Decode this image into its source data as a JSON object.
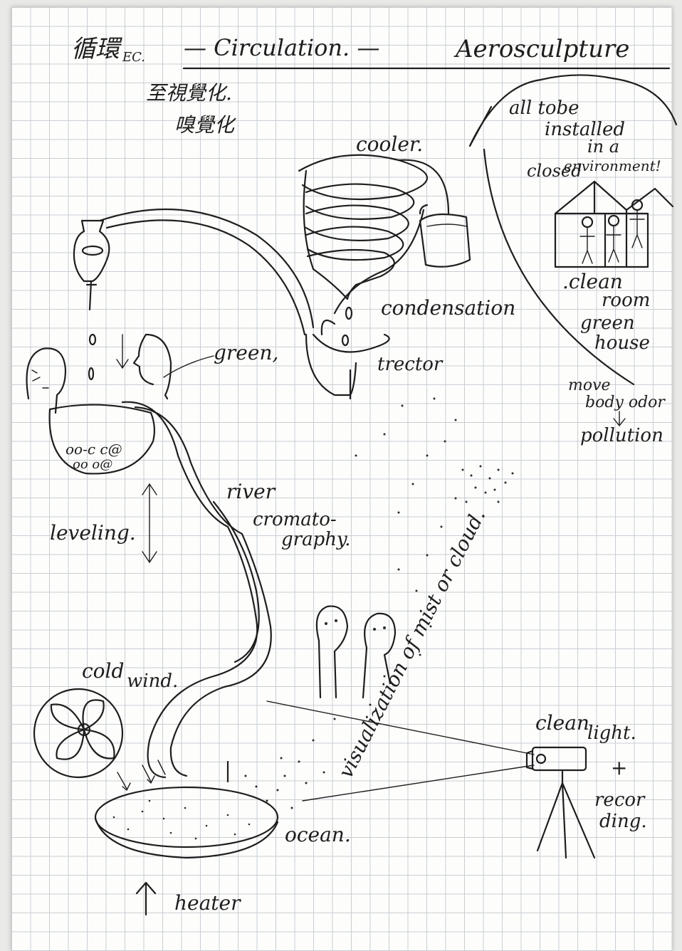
{
  "title": {
    "cjk": "循環",
    "cjk_suffix": "EC.",
    "circulation": "— Circulation. —",
    "aerosculpture": "Aerosculpture"
  },
  "subtitle": {
    "line1": "至視覺化.",
    "line2": "嗅覺化"
  },
  "labels": {
    "cooler": "cooler.",
    "condensation": "condensation",
    "trector": "trector",
    "green": "green,",
    "leveling": "leveling.",
    "river": "river",
    "cromato": "cromato-",
    "graphy": "graphy.",
    "cold": "cold",
    "wind": "wind.",
    "ocean": "ocean.",
    "heater": "heater",
    "visualization": "visualization of mist or cloud.",
    "clean": "clean",
    "light": "light.",
    "plus": "+",
    "record": "recor",
    "ding": "ding.",
    "all_tobe": "all tobe",
    "installed": "installed",
    "in_a": "in a",
    "closed": "closed",
    "environment": "environment!",
    "clean_room_1": ".clean",
    "clean_room_2": "room",
    "greenhouse_1": "green",
    "greenhouse_2": "house",
    "move_1": "move",
    "move_2": "body odor",
    "pollution": "pollution"
  }
}
